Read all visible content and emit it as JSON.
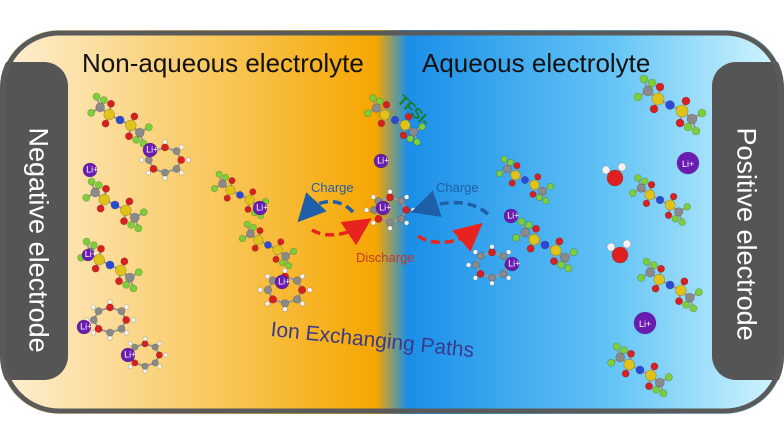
{
  "title_left": "Non-aqueous electrolyte",
  "title_right": "Aqueous electrolyte",
  "electrode_negative": "Negative electrode",
  "electrode_positive": "Positive electrode",
  "anion_label": "TFSI-",
  "charge_label_left": "Charge",
  "charge_label_right": "Charge",
  "discharge_label": "Discharge",
  "paths_label": "Ion Exchanging Paths",
  "li_label": "Li+",
  "colors": {
    "non_aqueous_gradient": [
      "#fbe6b8",
      "#f7a800"
    ],
    "aqueous_gradient": [
      "#1e95ea",
      "#c9f2ff"
    ],
    "electrode": "#555555",
    "frame_border": "#5a5a5a",
    "charge_arrow": "#1f5fa8",
    "discharge_arrow": "#e8231f",
    "li_ion": "#6a1bb0",
    "water_oxygen": "#e02020"
  }
}
